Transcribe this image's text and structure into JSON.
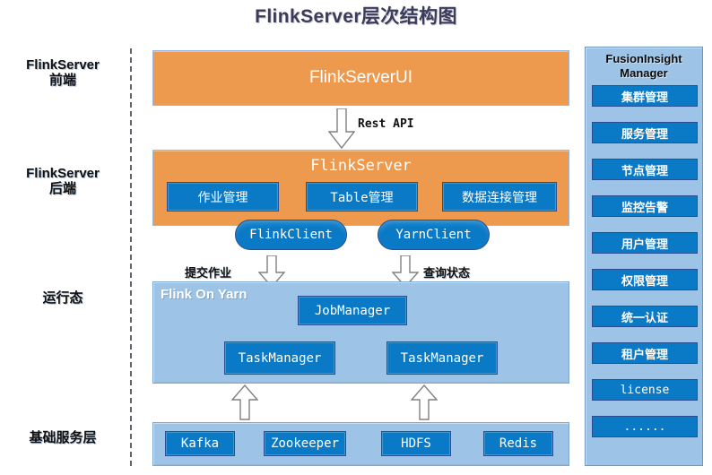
{
  "title": "FlinkServer层次结构图",
  "layers": [
    {
      "name": "frontend",
      "label": "FlinkServer\n前端"
    },
    {
      "name": "backend",
      "label": "FlinkServer\n后端"
    },
    {
      "name": "runtime",
      "label": "运行态"
    },
    {
      "name": "base",
      "label": "基础服务层"
    }
  ],
  "frontend": {
    "box_label": "FlinkServerUI"
  },
  "rest_arrow": {
    "label": "Rest API"
  },
  "backend": {
    "box_label": "FlinkServer",
    "modules": [
      {
        "name": "job-management",
        "label": "作业管理"
      },
      {
        "name": "table-management",
        "label": "Table管理"
      },
      {
        "name": "data-connection-management",
        "label": "数据连接管理"
      }
    ],
    "clients": [
      {
        "name": "flink-client",
        "label": "FlinkClient"
      },
      {
        "name": "yarn-client",
        "label": "YarnClient"
      }
    ]
  },
  "runtime_arrows": [
    {
      "name": "submit-job",
      "label": "提交作业"
    },
    {
      "name": "query-status",
      "label": "查询状态"
    }
  ],
  "runtime": {
    "region_label": "Flink On Yarn",
    "job_manager": "JobManager",
    "task_managers": [
      "TaskManager",
      "TaskManager"
    ]
  },
  "base_services": [
    {
      "name": "kafka",
      "label": "Kafka"
    },
    {
      "name": "zookeeper",
      "label": "Zookeeper"
    },
    {
      "name": "hdfs",
      "label": "HDFS"
    },
    {
      "name": "redis",
      "label": "Redis"
    }
  ],
  "fusioninsight": {
    "title": "FusionInsight\nManager",
    "items": [
      {
        "name": "cluster-management",
        "label": "集群管理",
        "mono": false
      },
      {
        "name": "service-management",
        "label": "服务管理",
        "mono": false
      },
      {
        "name": "node-management",
        "label": "节点管理",
        "mono": false
      },
      {
        "name": "monitor-alarm",
        "label": "监控告警",
        "mono": false
      },
      {
        "name": "user-management",
        "label": "用户管理",
        "mono": false
      },
      {
        "name": "permission-management",
        "label": "权限管理",
        "mono": false
      },
      {
        "name": "unified-auth",
        "label": "统一认证",
        "mono": false
      },
      {
        "name": "tenant-management",
        "label": "租户管理",
        "mono": false
      },
      {
        "name": "license",
        "label": "license",
        "mono": true
      },
      {
        "name": "more",
        "label": "......",
        "mono": true
      }
    ]
  },
  "colors": {
    "orange": "#ED9A4F",
    "blue": "#0B7AC6",
    "light_blue": "#9DC3E6",
    "title_text": "#3C3C5A",
    "arrow_fill": "#FFFFFF",
    "arrow_stroke": "#808080"
  }
}
